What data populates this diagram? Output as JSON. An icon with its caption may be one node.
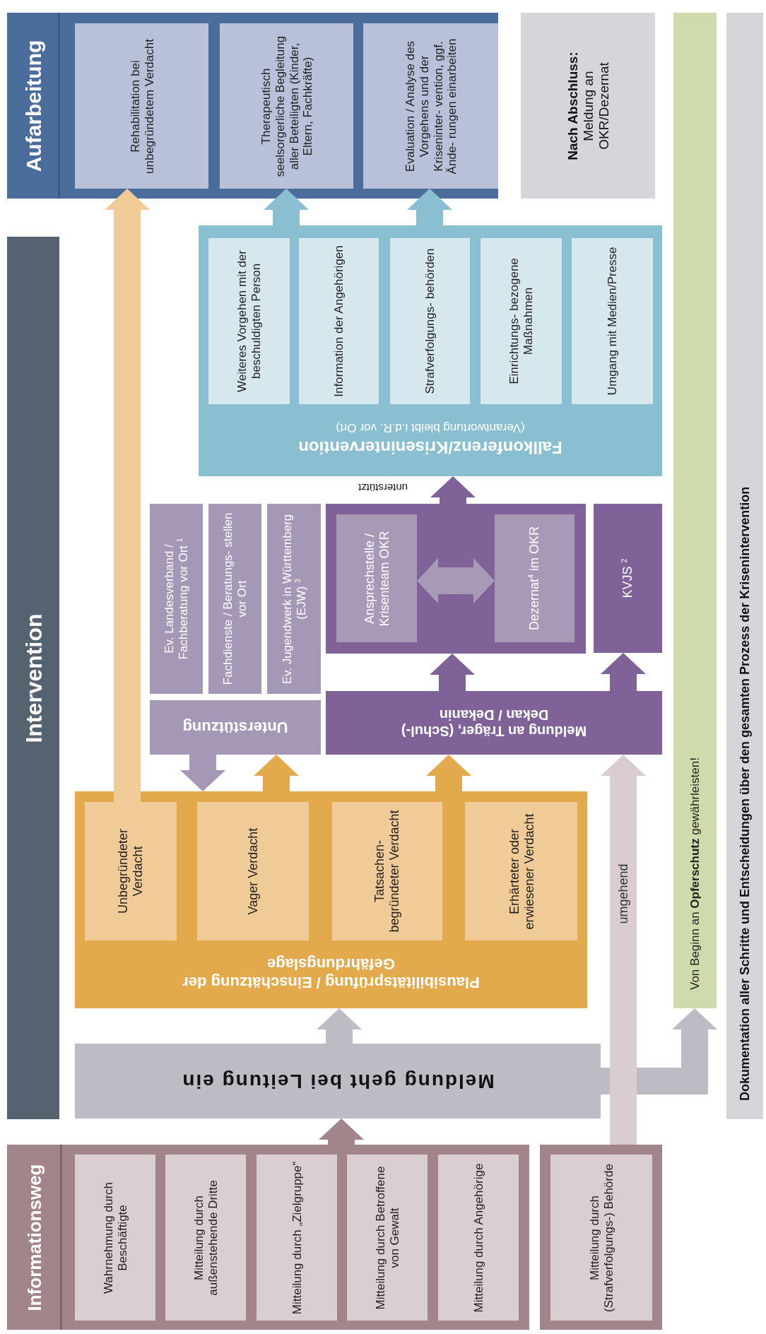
{
  "diagram": {
    "nodes": [
      {
        "text": [
          "Aufarbeitung"
        ]
      },
      {
        "text": [
          "Rehabilitation bei unbegründetem Verdacht"
        ],
        "in": 0
      },
      {
        "text": [
          "Therapeutisch seelsorgerliche Begleitung aller Beteiligten (Kinder, Eltern, Fachkräfte)"
        ],
        "in": 0
      },
      {
        "text": [
          "Evaluation / Analyse des Vorgehens und der Kriseninter- vention, ggf. Ände- rungen einarbeiten"
        ],
        "in": 0
      },
      {
        "text": [
          "**Nach Abschluss:** Meldung an OKR/Dezernat"
        ]
      },
      {
        "text": [
          "Von Beginn an **Opferschutz** gewährleisten!"
        ]
      },
      {
        "text": [
          "**Dokumentation** aller Schritte und Entscheidungen über den gesamten Prozess der Krisenintervention"
        ]
      },
      {
        "text": [
          "Intervention"
        ]
      },
      {
        "text": [
          "Fallkonferenz/Krisenintervention",
          "(Verantwortung bleibt i.d.R. vor Ort)"
        ]
      },
      {
        "text": [
          "Weiteres Vorgehen mit der beschuldigten Person"
        ],
        "in": 8
      },
      {
        "text": [
          "Information der Angehörigen"
        ],
        "in": 8
      },
      {
        "text": [
          "Strafverfolgungs- behörden"
        ],
        "in": 8
      },
      {
        "text": [
          "Einrichtungs- bezogene Maßnahmen"
        ],
        "in": 8
      },
      {
        "text": [
          "Umgang mit Medien/Presse"
        ],
        "in": 8
      },
      {
        "text": [
          "Ev. Landesverband / Fachberatung vor Ort $^{1}$"
        ]
      },
      {
        "text": [
          "Fachdienste / Beratungs- stellen vor Ort"
        ]
      },
      {
        "text": [
          "Ev. Jugendwerk in Württemberg (EJW) $^{3}$"
        ]
      },
      {
        "text": [],
        "shape": "box"
      },
      {
        "text": [
          "Ansprechstelle / Krisenteam OKR"
        ],
        "in": 17
      },
      {
        "text": [
          "Dezernat$^{4}$ im OKR"
        ],
        "in": 17
      },
      {
        "text": [
          "KVJS $^{2}$"
        ]
      },
      {
        "text": [
          "Unterstützung"
        ]
      },
      {
        "text": [
          "Meldung an Träger, (Schul-) Dekan / Dekanin"
        ]
      },
      {
        "text": [
          "Plausibilitätsprüfung / Einschätzung der Gefährdungslage"
        ]
      },
      {
        "text": [
          "Unbegründeter Verdacht"
        ],
        "in": 23
      },
      {
        "text": [
          "Vager Verdacht"
        ],
        "in": 23
      },
      {
        "text": [
          "Tatsachen- begründeter Verdacht"
        ],
        "in": 23
      },
      {
        "text": [
          "Erhärteter oder erwiesener Verdacht"
        ],
        "in": 23
      },
      {
        "text": [
          "Meldung geht bei Leitung ein"
        ]
      },
      {
        "text": [
          "Informationsweg"
        ]
      },
      {
        "text": [
          "Wahrnehmung durch Beschäftigte"
        ],
        "in": 29
      },
      {
        "text": [
          "Mitteilung durch außenstehende Dritte"
        ],
        "in": 29
      },
      {
        "text": [
          "Mitteilung durch „Zielgruppe“"
        ],
        "in": 29
      },
      {
        "text": [
          "Mitteilung durch Betroffene von Gewalt"
        ],
        "in": 29
      },
      {
        "text": [
          "Mitteilung durch Angehörige"
        ],
        "in": 29
      },
      {
        "text": [],
        "shape": "box"
      },
      {
        "text": [
          "Mitteilung durch (Strafverfolgungs-) Behörde"
        ],
        "in": 35
      }
    ],
    "edges": [
      {
        "from": 29,
        "to": 28,
        "arrow": "to",
        "color": "#a1858a"
      },
      {
        "from": 28,
        "to": 23,
        "arrow": "to",
        "color": "#bebbc4"
      },
      {
        "from": 28,
        "to": 5,
        "arrow": "to",
        "color": "#bebbc4"
      },
      {
        "from": 35,
        "to": 22,
        "arrow": "to",
        "label": "umgehend",
        "color": "#d9cdd1"
      },
      {
        "from": 24,
        "to": 1,
        "arrow": "to",
        "color": "#f0cb97"
      },
      {
        "from": 25,
        "to": 21,
        "arrow": "to",
        "color": "#e2a94d"
      },
      {
        "from": 21,
        "to": 23,
        "arrow": "to",
        "color": "#a597b6"
      },
      {
        "from": 23,
        "to": 22,
        "arrow": "to",
        "color": "#e2a94d"
      },
      {
        "from": 22,
        "to": 17,
        "arrow": "to",
        "color": "#7e6298"
      },
      {
        "from": 22,
        "to": 20,
        "arrow": "to",
        "color": "#7e6298"
      },
      {
        "from": 17,
        "to": 8,
        "arrow": "to",
        "label": "unterstützt",
        "color": "#7e6298"
      },
      {
        "from": 18,
        "to": 19,
        "arrow": "both",
        "color": "#a899b7"
      },
      {
        "from": 8,
        "to": 2,
        "arrow": "to",
        "color": "#8abfd1"
      },
      {
        "from": 8,
        "to": 3,
        "arrow": "to",
        "color": "#8abfd1"
      }
    ]
  }
}
